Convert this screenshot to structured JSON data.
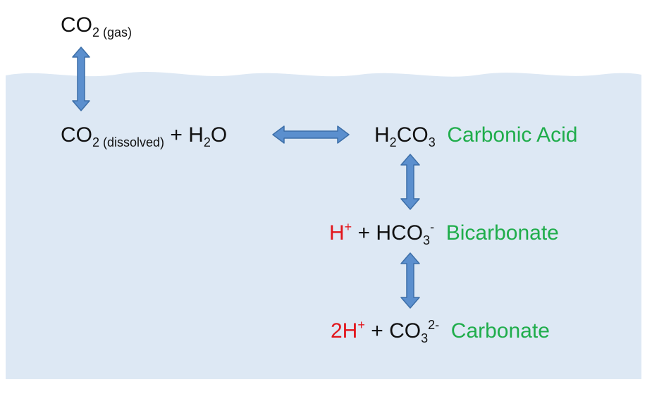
{
  "colors": {
    "water": "#dde8f4",
    "arrow_fill": "#5b8fce",
    "arrow_stroke": "#3d6fa8",
    "text": "#111111",
    "hydrogen_ion": "#e2151b",
    "species_name": "#1fad4b"
  },
  "co2_gas": {
    "formula": "CO",
    "subscript": "2 (gas)"
  },
  "co2_dissolved": {
    "formula": "CO",
    "subscript": "2 (dissolved)",
    "plus": " + H",
    "water_sub": "2",
    "water_tail": "O"
  },
  "carbonic_acid": {
    "f1": "H",
    "s1": "2",
    "f2": "CO",
    "s2": "3",
    "name": "Carbonic Acid"
  },
  "bicarbonate": {
    "ion": "H",
    "ion_charge": "+",
    "plus": " + HCO",
    "sub": "3",
    "charge": "-",
    "name": "Bicarbonate"
  },
  "carbonate": {
    "ion": "2H",
    "ion_charge": "+",
    "plus": " + CO",
    "sub": "3",
    "charge": "2-",
    "name": "Carbonate"
  }
}
